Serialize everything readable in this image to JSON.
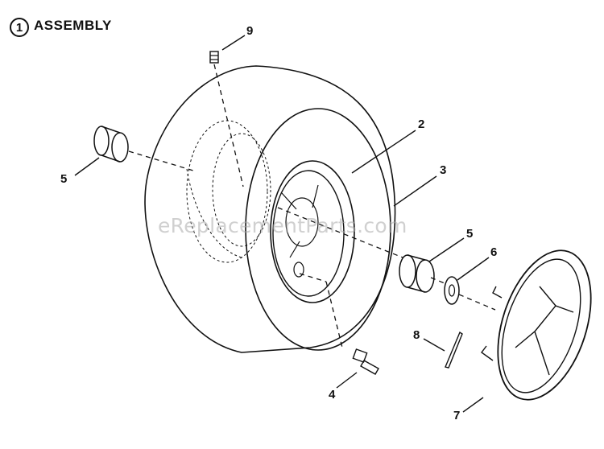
{
  "title": {
    "number": "1",
    "text": "ASSEMBLY"
  },
  "watermark": "eReplacementParts.com",
  "callouts": [
    "9",
    "2",
    "3",
    "5",
    "5",
    "6",
    "8",
    "4",
    "7"
  ],
  "colors": {
    "ink": "#111111",
    "background": "#ffffff",
    "watermark": "#aaaaaa"
  }
}
